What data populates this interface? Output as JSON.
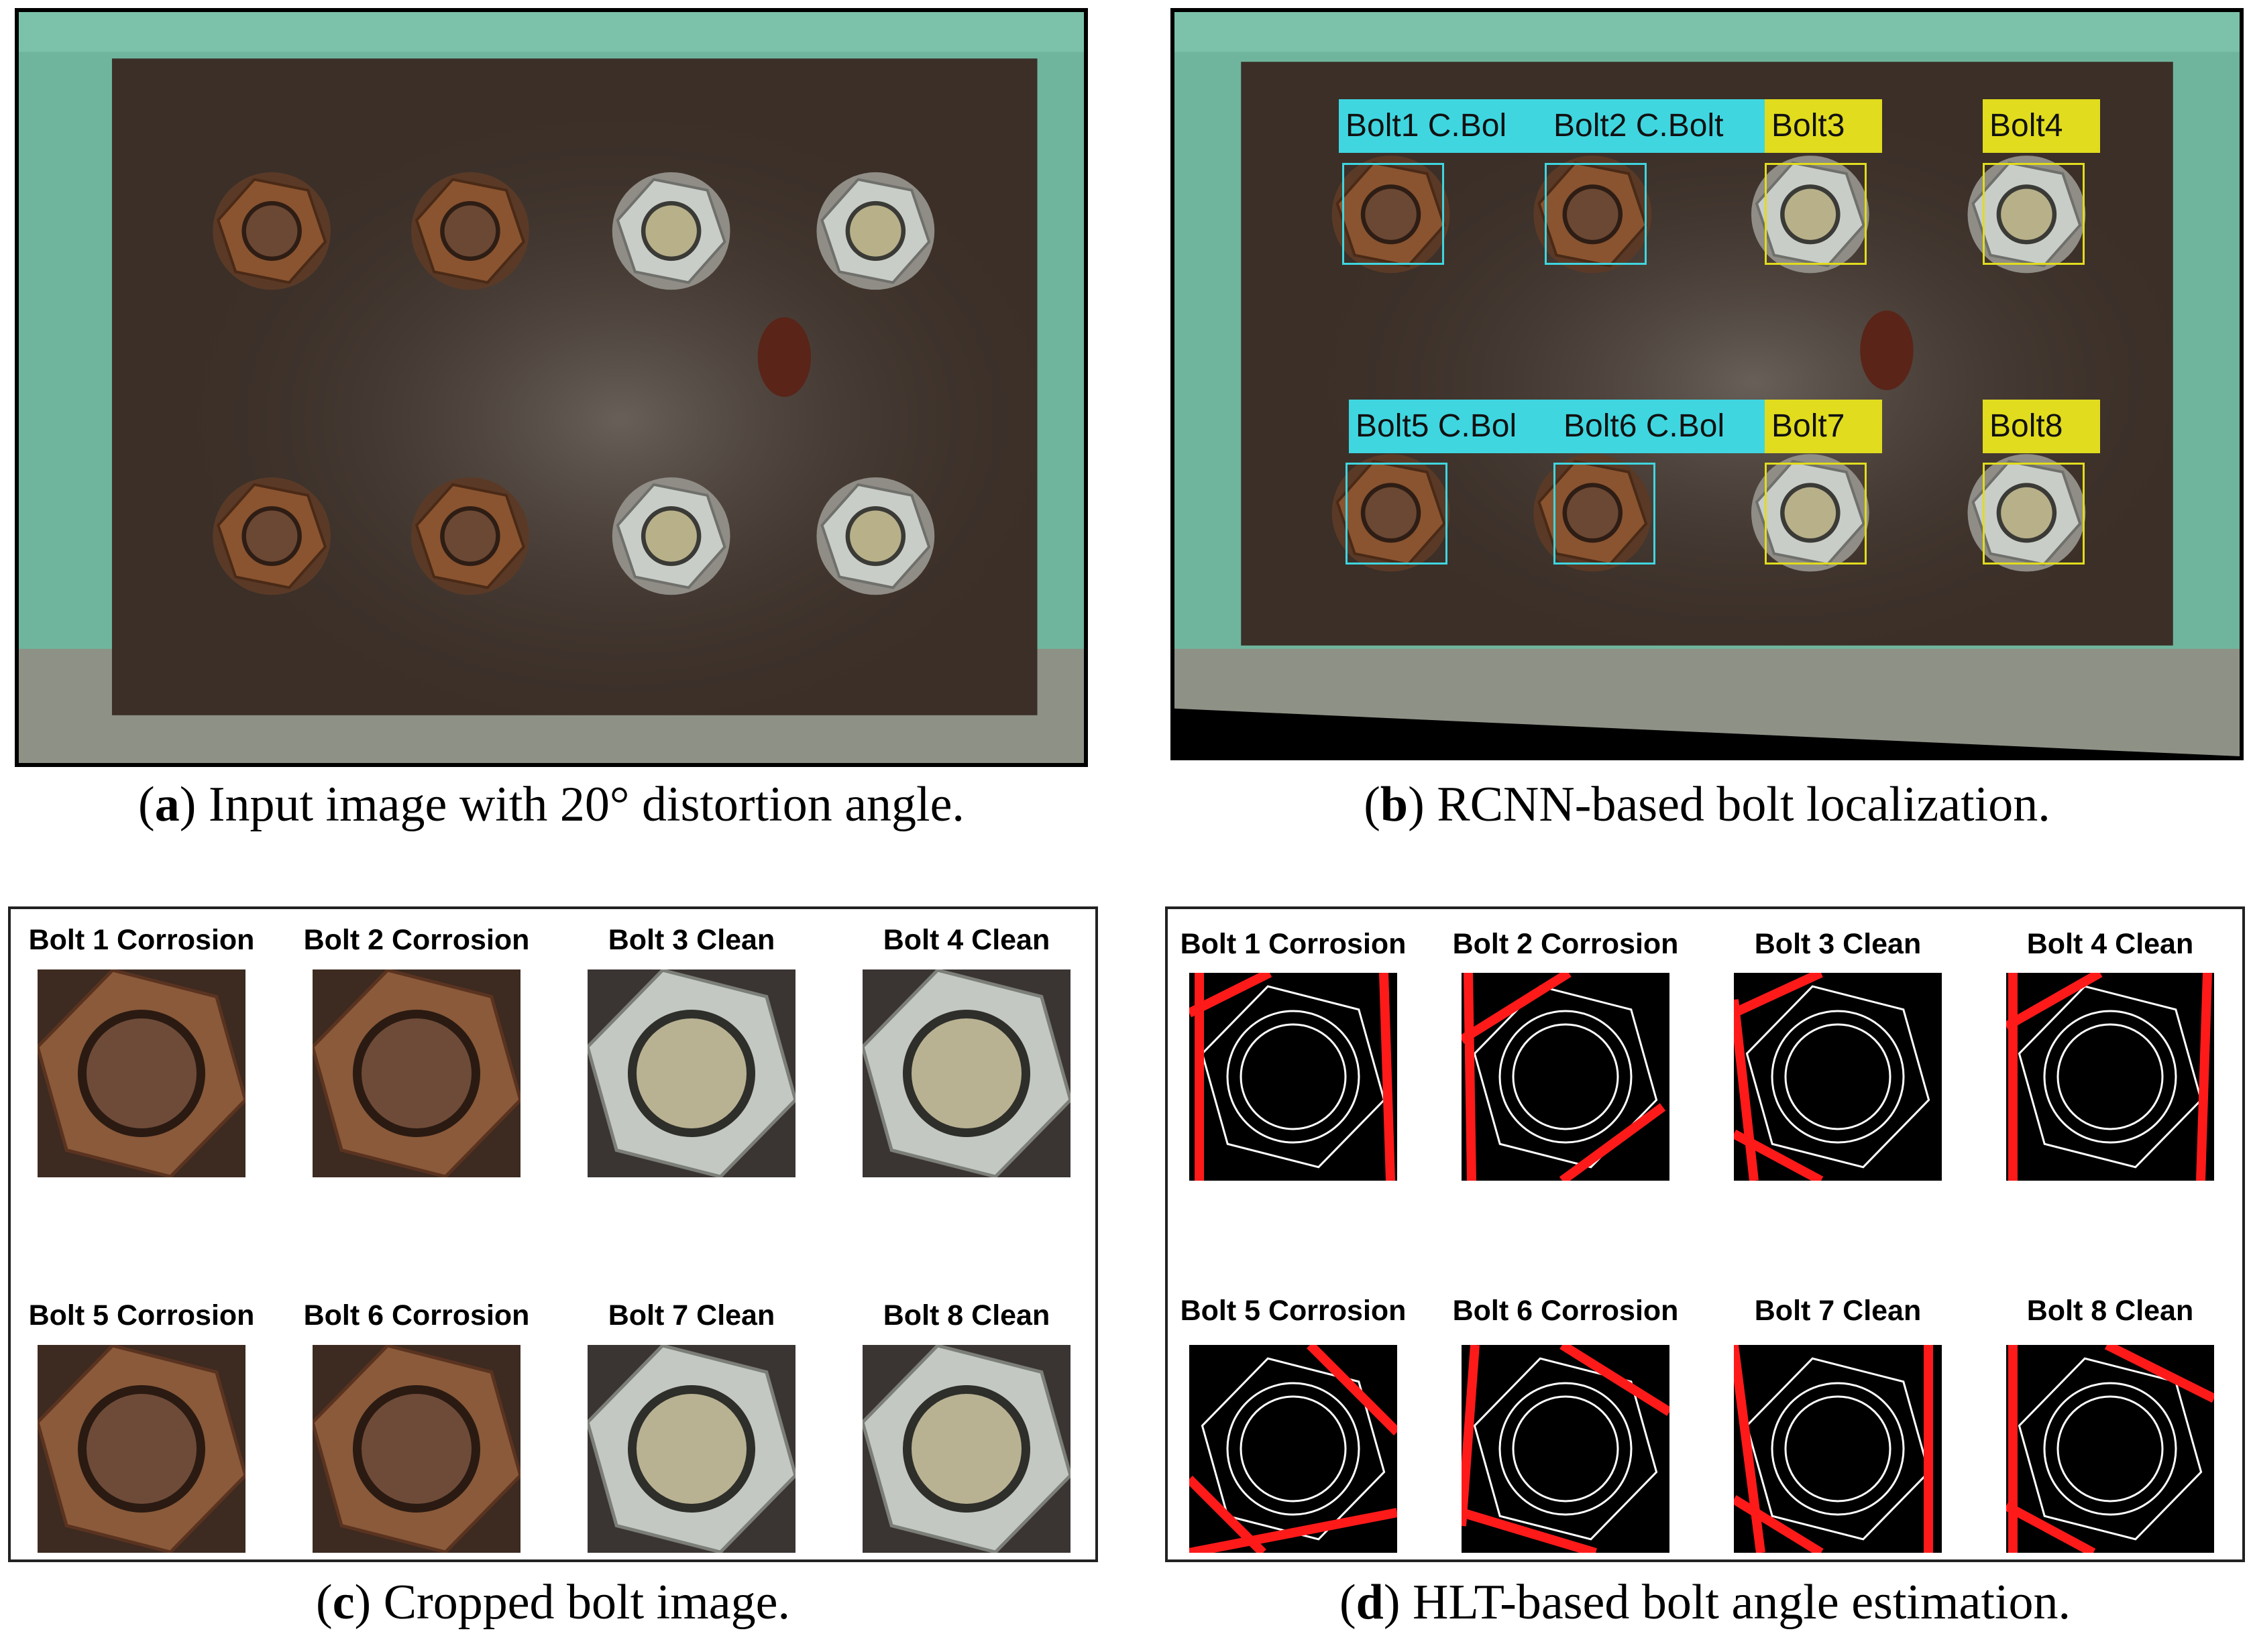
{
  "panel_a": {
    "caption_letter": "a",
    "caption_text": ") Input image with 20° distortion angle."
  },
  "panel_b": {
    "caption_letter": "b",
    "caption_text": ") RCNN-based bolt localization.",
    "detections": [
      {
        "bolt": "Bolt1",
        "status": "C.Bol",
        "color": "#3fd6e0"
      },
      {
        "bolt": "Bolt2",
        "status": "C.Bolt",
        "color": "#3fd6e0"
      },
      {
        "bolt": "Bolt3",
        "status": "",
        "color": "#e1dc1e"
      },
      {
        "bolt": "Bolt4",
        "status": "",
        "color": "#e1dc1e"
      },
      {
        "bolt": "Bolt5",
        "status": "C.Bol",
        "color": "#3fd6e0"
      },
      {
        "bolt": "Bolt6",
        "status": "C.Bol",
        "color": "#3fd6e0"
      },
      {
        "bolt": "Bolt7",
        "status": "",
        "color": "#e1dc1e"
      },
      {
        "bolt": "Bolt8",
        "status": "",
        "color": "#e1dc1e"
      }
    ]
  },
  "panel_c": {
    "caption_letter": "c",
    "caption_text": ") Cropped bolt image.",
    "tiles": [
      {
        "label": "Bolt 1 Corrosion",
        "kind": "corroded"
      },
      {
        "label": "Bolt 2 Corrosion",
        "kind": "corroded"
      },
      {
        "label": "Bolt 3 Clean",
        "kind": "clean"
      },
      {
        "label": "Bolt 4 Clean",
        "kind": "clean"
      },
      {
        "label": "Bolt 5 Corrosion",
        "kind": "corroded"
      },
      {
        "label": "Bolt 6 Corrosion",
        "kind": "corroded"
      },
      {
        "label": "Bolt 7 Clean",
        "kind": "clean"
      },
      {
        "label": "Bolt 8 Clean",
        "kind": "clean"
      }
    ]
  },
  "panel_d": {
    "caption_letter": "d",
    "caption_text": ") HLT-based bolt angle estimation.",
    "tiles": [
      {
        "label": "Bolt 1 Corrosion"
      },
      {
        "label": "Bolt 2 Corrosion"
      },
      {
        "label": "Bolt 3 Clean"
      },
      {
        "label": "Bolt 4 Clean"
      },
      {
        "label": "Bolt 5 Corrosion"
      },
      {
        "label": "Bolt 6 Corrosion"
      },
      {
        "label": "Bolt 7 Clean"
      },
      {
        "label": "Bolt 8 Clean"
      }
    ],
    "line_color": "#ff1a1a"
  },
  "colors": {
    "corrosion_box": "#3fd6e0",
    "clean_box": "#e1dc1e",
    "hough_line": "#ff1a1a"
  }
}
